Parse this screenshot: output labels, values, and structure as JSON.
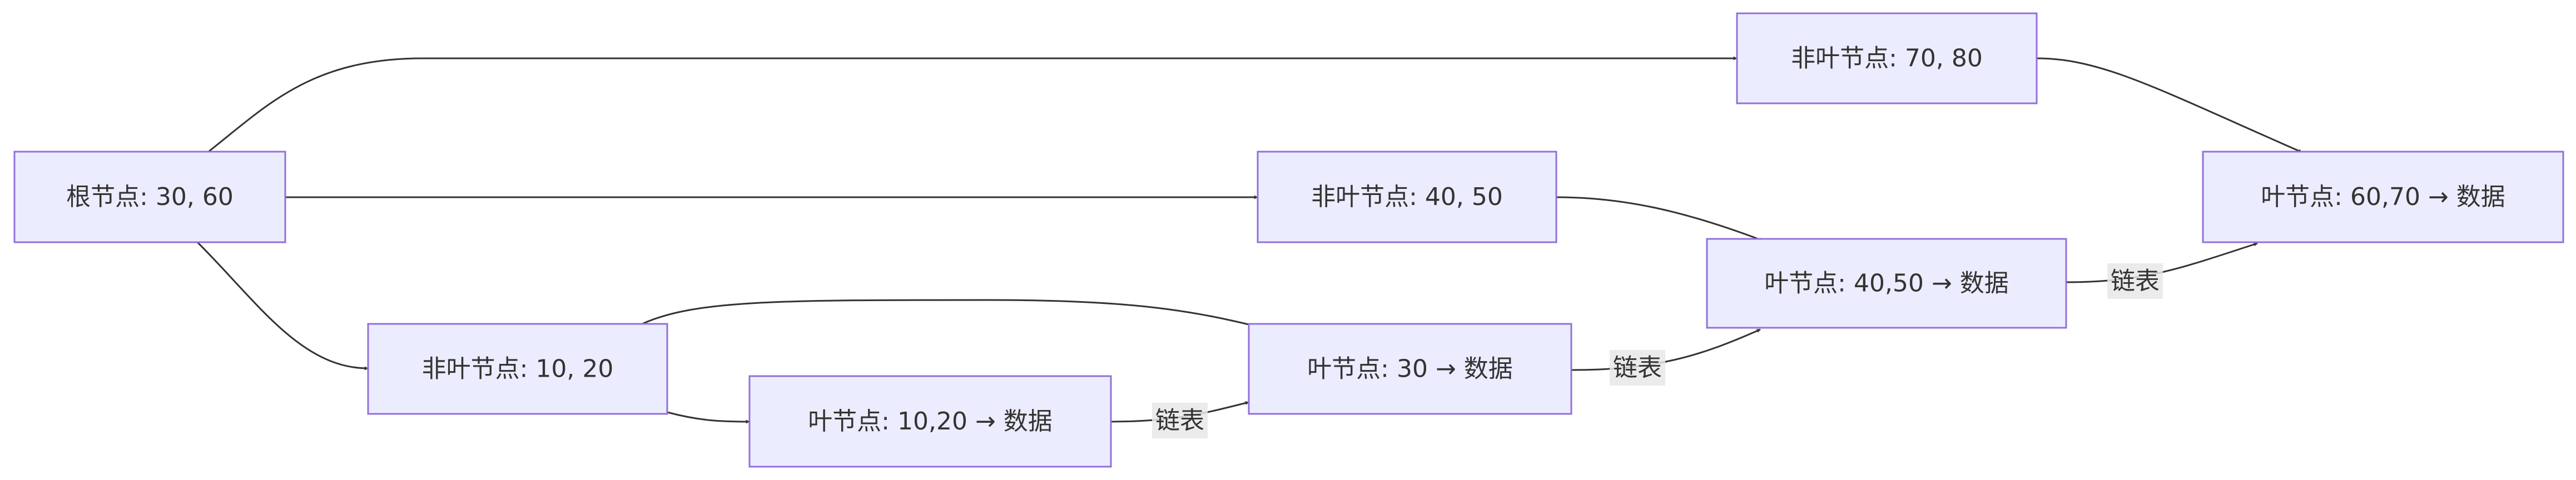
{
  "diagram": {
    "type": "flowchart",
    "colors": {
      "node_fill": "#ececff",
      "node_border": "#9370db",
      "edge": "#333333",
      "label_bg": "#e8e8e8",
      "text": "#333333"
    },
    "nodes": {
      "root": {
        "label": "根节点: 30, 60"
      },
      "nl1": {
        "label": "非叶节点: 10, 20"
      },
      "nl2": {
        "label": "非叶节点: 40, 50"
      },
      "nl3": {
        "label": "非叶节点: 70, 80"
      },
      "leaf1": {
        "label": "叶节点: 10,20 → 数据"
      },
      "leaf2": {
        "label": "叶节点: 30 → 数据"
      },
      "leaf3": {
        "label": "叶节点: 40,50 → 数据"
      },
      "leaf4": {
        "label": "叶节点: 60,70 → 数据"
      }
    },
    "edges": [
      {
        "from": "root",
        "to": "nl1",
        "label": ""
      },
      {
        "from": "root",
        "to": "nl2",
        "label": ""
      },
      {
        "from": "root",
        "to": "nl3",
        "label": ""
      },
      {
        "from": "nl1",
        "to": "leaf1",
        "label": ""
      },
      {
        "from": "nl1",
        "to": "leaf2",
        "label": ""
      },
      {
        "from": "nl2",
        "to": "leaf3",
        "label": ""
      },
      {
        "from": "nl3",
        "to": "leaf4",
        "label": ""
      },
      {
        "from": "leaf1",
        "to": "leaf2",
        "label": "链表"
      },
      {
        "from": "leaf2",
        "to": "leaf3",
        "label": "链表"
      },
      {
        "from": "leaf3",
        "to": "leaf4",
        "label": "链表"
      }
    ]
  }
}
